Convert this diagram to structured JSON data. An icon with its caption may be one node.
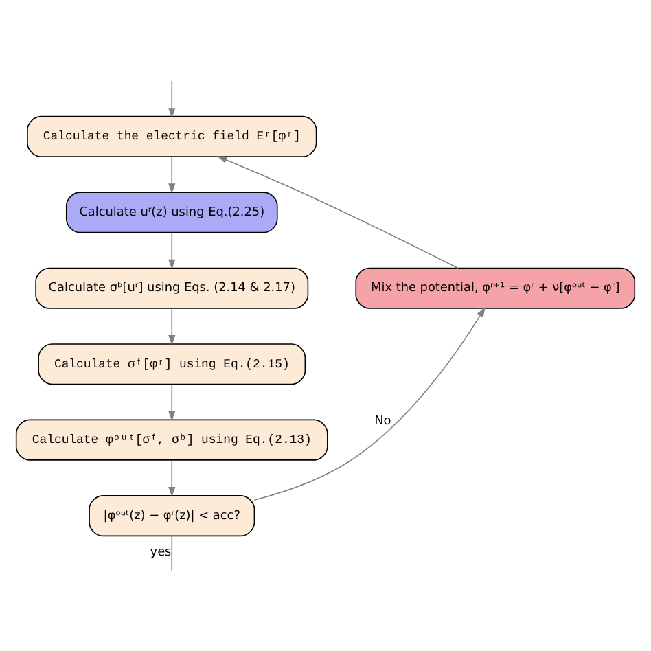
{
  "diagram": {
    "nodes": [
      {
        "text": [
          "Calculate the electric field Eʳ[φʳ]"
        ]
      },
      {
        "text": [
          "Calculate uʳ(z) using Eq.(2.25)"
        ]
      },
      {
        "text": [
          "Mix the potential, φʳ⁺¹ = φʳ + ν[φᵒᵘᵗ − φʳ]"
        ]
      },
      {
        "text": [
          "Calculate σᵇ[uʳ] using Eqs. (2.14 & 2.17)"
        ]
      },
      {
        "text": [
          "Calculate σᶠ[φʳ] using Eq.(2.15)"
        ]
      },
      {
        "text": [
          "Calculate φᵒᵘᵗ[σᶠ, σᵇ] using Eq.(2.13)"
        ]
      },
      {
        "text": [
          "|φᵒᵘᵗ(z) − φʳ(z)| < acc?"
        ]
      }
    ],
    "edges": [
      {
        "from": null,
        "to": 0,
        "arrow": "to"
      },
      {
        "from": 0,
        "to": 1,
        "arrow": "to"
      },
      {
        "from": 1,
        "to": 3,
        "arrow": "to"
      },
      {
        "from": 3,
        "to": 4,
        "arrow": "to"
      },
      {
        "from": 4,
        "to": 5,
        "arrow": "to"
      },
      {
        "from": 5,
        "to": 6,
        "arrow": "to"
      },
      {
        "from": 6,
        "to": 2,
        "arrow": "to",
        "label": "No"
      },
      {
        "from": 2,
        "to": 0,
        "arrow": "to"
      },
      {
        "from": 6,
        "to": null,
        "arrow": "none",
        "label": "yes"
      }
    ]
  }
}
